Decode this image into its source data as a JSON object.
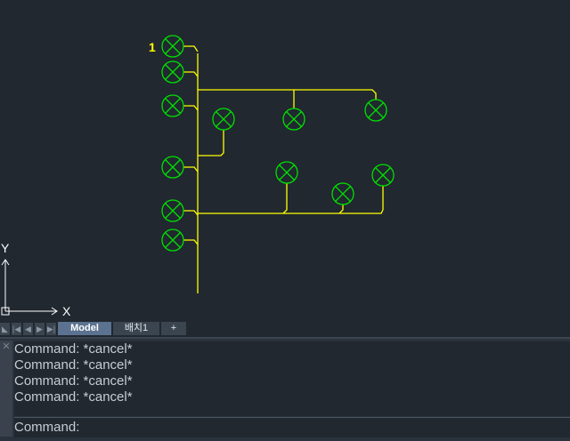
{
  "drawing": {
    "label": "1",
    "axis_x": "X",
    "axis_y": "Y"
  },
  "tabs": {
    "items": [
      {
        "label": "Model"
      },
      {
        "label": "배치1"
      },
      {
        "label": "+"
      }
    ]
  },
  "command": {
    "history": [
      "Command: *cancel*",
      "Command: *cancel*",
      "Command: *cancel*",
      "Command: *cancel*"
    ],
    "prompt": "Command:"
  },
  "colors": {
    "wire": "#ffff00",
    "fixture": "#00e000",
    "background": "#212830"
  }
}
